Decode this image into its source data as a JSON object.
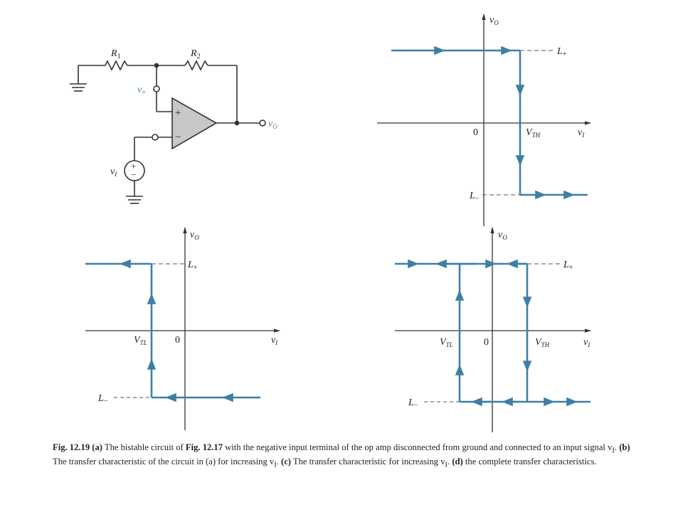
{
  "colors": {
    "trace": "#3f7fa6",
    "wire": "#333333",
    "label": "#3f7fa6",
    "opamp_fill": "#c8c8c8"
  },
  "circuit": {
    "r1": "R",
    "r1_sub": "1",
    "r2": "R",
    "r2_sub": "2",
    "vplus": "v",
    "vplus_sub": "+",
    "vo": "v",
    "vo_sub": "O",
    "vi": "v",
    "vi_sub": "I",
    "plus": "+",
    "minus": "−"
  },
  "graph_b": {
    "y_axis": "v",
    "y_sub": "O",
    "x_axis": "v",
    "x_sub": "I",
    "origin": "0",
    "threshold": "V",
    "threshold_sub": "TH",
    "l_plus": "L",
    "l_plus_sub": "+",
    "l_minus": "L",
    "l_minus_sub": "−"
  },
  "graph_c": {
    "y_axis": "v",
    "y_sub": "O",
    "x_axis": "v",
    "x_sub": "I",
    "origin": "0",
    "threshold": "V",
    "threshold_sub": "TL",
    "l_plus": "L",
    "l_plus_sub": "+",
    "l_minus": "L",
    "l_minus_sub": "−"
  },
  "graph_d": {
    "y_axis": "v",
    "y_sub": "O",
    "x_axis": "v",
    "x_sub": "I",
    "origin": "0",
    "threshold_low": "V",
    "threshold_low_sub": "TL",
    "threshold_high": "V",
    "threshold_high_sub": "TH",
    "l_plus": "L",
    "l_plus_sub": "+",
    "l_minus": "L",
    "l_minus_sub": "−"
  },
  "caption": {
    "fig_label": "Fig. 12.19",
    "a_tag": "(a)",
    "a_text": "The bistable circuit of",
    "a_ref": "Fig. 12.17",
    "a_text2": "with the negative input terminal of the op amp disconnected from ground and connected to an input signal v",
    "a_sub": "I",
    "b_tag": "(b)",
    "b_text": "The transfer characteristic of the circuit in (a) for increasing v",
    "b_sub": "I",
    "c_tag": "(c)",
    "c_text": "The transfer characteristic for increasing v",
    "c_sub": "I",
    "d_tag": "(d)",
    "d_text": "the complete transfer characteristics."
  }
}
